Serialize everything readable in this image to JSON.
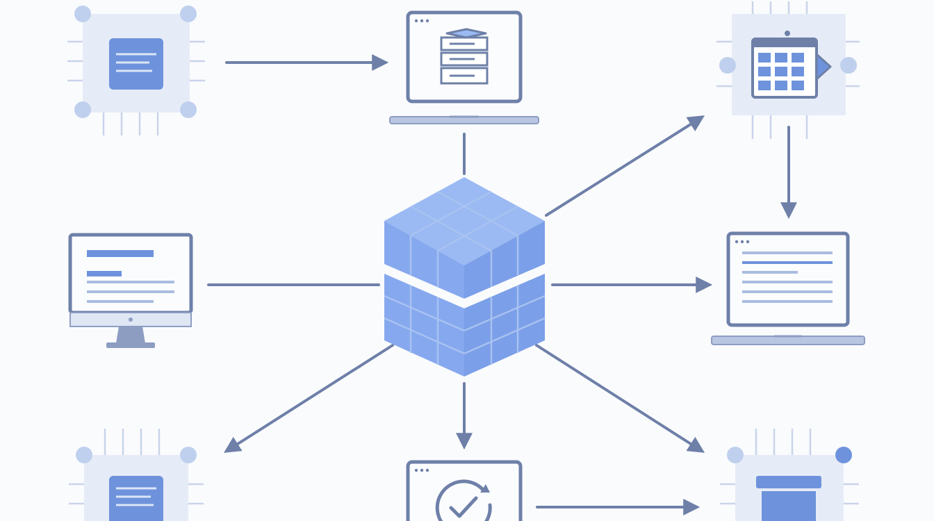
{
  "diagram": {
    "palette": {
      "background": "#fafbfd",
      "stroke": "#6e80a8",
      "accent": "#6e93dc",
      "chip_fill": "#e6ecf7",
      "chip_dot": "#bfd0ee",
      "screen_fill": "#fbfcfe",
      "line_light": "#a9bce2",
      "cube_top": "#9bbaf3",
      "cube_left": "#86a8ee",
      "cube_right": "#7b9fe8",
      "cube_grid": "#a8c2f1"
    },
    "hub": {
      "name": "data-cube-icon"
    },
    "nodes": [
      {
        "id": "chip-top-left",
        "kind": "chip",
        "icon": "document-lines-icon"
      },
      {
        "id": "laptop-top-center",
        "kind": "laptop",
        "icon": "server-stack-icon"
      },
      {
        "id": "chip-top-right",
        "kind": "chip",
        "icon": "calendar-grid-icon"
      },
      {
        "id": "monitor-middle-left",
        "kind": "monitor",
        "icon": "text-lines-icon"
      },
      {
        "id": "laptop-middle-right",
        "kind": "laptop",
        "icon": "text-lines-icon"
      },
      {
        "id": "chip-bottom-left",
        "kind": "chip",
        "icon": "document-lines-icon"
      },
      {
        "id": "window-bottom-center",
        "kind": "window",
        "icon": "checkmark-circle-icon"
      },
      {
        "id": "chip-bottom-right",
        "kind": "chip",
        "icon": "archive-box-icon"
      }
    ],
    "connections": [
      {
        "from": "chip-top-left",
        "to": "laptop-top-center",
        "arrow": true
      },
      {
        "from": "laptop-top-center",
        "to": "hub",
        "arrow": false
      },
      {
        "from": "hub",
        "to": "chip-top-right",
        "arrow": true
      },
      {
        "from": "chip-top-right",
        "to": "laptop-middle-right",
        "arrow": true
      },
      {
        "from": "monitor-middle-left",
        "to": "hub",
        "arrow": false
      },
      {
        "from": "hub",
        "to": "laptop-middle-right",
        "arrow": true
      },
      {
        "from": "hub",
        "to": "chip-bottom-left",
        "arrow": true
      },
      {
        "from": "hub",
        "to": "window-bottom-center",
        "arrow": true
      },
      {
        "from": "hub",
        "to": "chip-bottom-right",
        "arrow": true
      },
      {
        "from": "window-bottom-center",
        "to": "chip-bottom-right",
        "arrow": true
      }
    ]
  }
}
